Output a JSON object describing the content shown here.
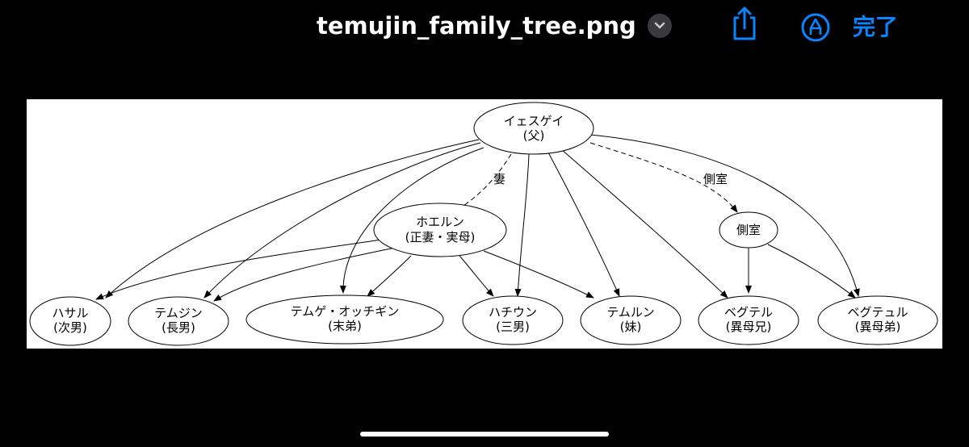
{
  "header": {
    "filename": "temujin_family_tree.png",
    "done_label": "完了"
  },
  "icons": {
    "title_menu": "chevron-down-icon",
    "share": "share-icon",
    "markup": "markup-pen-icon"
  },
  "colors": {
    "background": "#000000",
    "accent": "#0a84ff",
    "title_text": "#ffffff"
  },
  "diagram": {
    "nodes": {
      "father": {
        "line1": "イェスゲイ",
        "line2": "(父)"
      },
      "mother": {
        "line1": "ホエルン",
        "line2": "(正妻・実母)"
      },
      "concubine": {
        "line1": "側室"
      },
      "hasar": {
        "line1": "ハサル",
        "line2": "(次男)"
      },
      "temujin": {
        "line1": "テムジン",
        "line2": "(長男)"
      },
      "temuge": {
        "line1": "テムゲ・オッチギン",
        "line2": "(末弟)"
      },
      "hachiun": {
        "line1": "ハチウン",
        "line2": "(三男)"
      },
      "temulun": {
        "line1": "テムルン",
        "line2": "(妹)"
      },
      "begter": {
        "line1": "ベグテル",
        "line2": "(異母兄)"
      },
      "belgutei": {
        "line1": "ベグテュル",
        "line2": "(異母弟)"
      }
    },
    "edge_labels": {
      "wife": "妻",
      "concubine": "側室"
    }
  }
}
